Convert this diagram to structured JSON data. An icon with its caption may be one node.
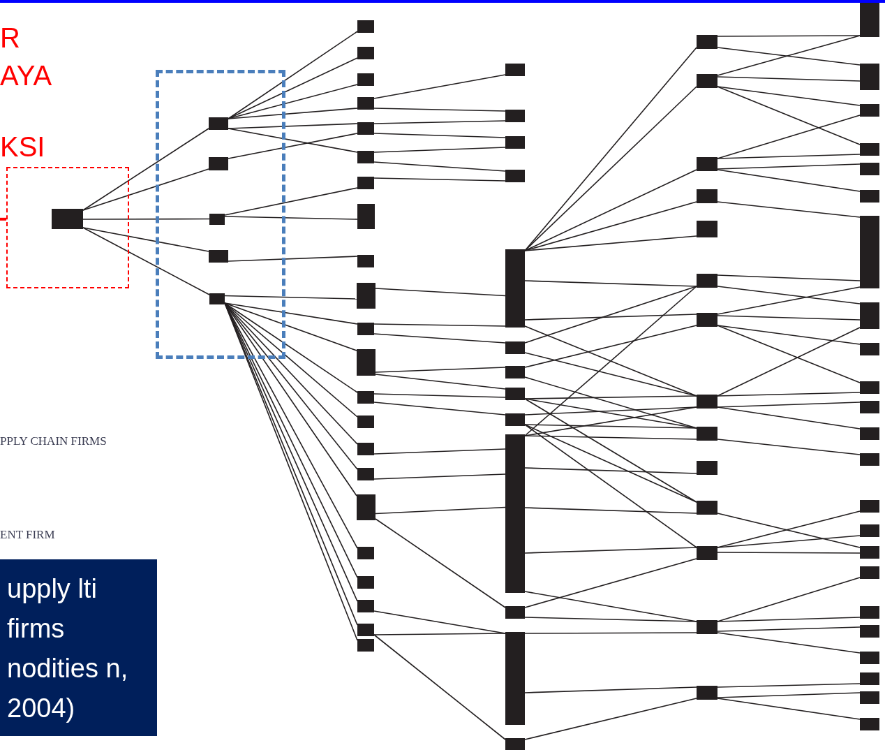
{
  "diagram": {
    "nodes": [
      {
        "text": [],
        "shape": "box"
      },
      {
        "text": [],
        "shape": "box",
        "in": 0
      },
      {
        "text": [],
        "shape": "box"
      },
      {
        "text": [],
        "shape": "box",
        "in": 2
      },
      {
        "text": [],
        "shape": "box",
        "in": 2
      },
      {
        "text": [],
        "shape": "box",
        "in": 2
      },
      {
        "text": [],
        "shape": "box",
        "in": 2
      },
      {
        "text": [],
        "shape": "box",
        "in": 2
      },
      {
        "text": [],
        "shape": "box"
      },
      {
        "text": [],
        "shape": "box"
      },
      {
        "text": [],
        "shape": "box"
      },
      {
        "text": [],
        "shape": "box"
      },
      {
        "text": [],
        "shape": "box"
      },
      {
        "text": [],
        "shape": "box"
      },
      {
        "text": [],
        "shape": "box"
      },
      {
        "text": [],
        "shape": "box"
      },
      {
        "text": [],
        "shape": "box"
      },
      {
        "text": [],
        "shape": "box"
      },
      {
        "text": [],
        "shape": "box"
      },
      {
        "text": [],
        "shape": "box"
      },
      {
        "text": [],
        "shape": "box"
      },
      {
        "text": [],
        "shape": "box"
      },
      {
        "text": [],
        "shape": "box"
      },
      {
        "text": [],
        "shape": "box"
      },
      {
        "text": [],
        "shape": "box"
      },
      {
        "text": [],
        "shape": "box"
      },
      {
        "text": [],
        "shape": "box"
      },
      {
        "text": [],
        "shape": "box"
      },
      {
        "text": [],
        "shape": "box"
      },
      {
        "text": [],
        "shape": "box"
      },
      {
        "text": [],
        "shape": "box"
      },
      {
        "text": [],
        "shape": "box"
      },
      {
        "text": [],
        "shape": "box"
      },
      {
        "text": [],
        "shape": "box"
      },
      {
        "text": [],
        "shape": "bar"
      },
      {
        "text": [],
        "shape": "box"
      },
      {
        "text": [],
        "shape": "box"
      },
      {
        "text": [],
        "shape": "box"
      },
      {
        "text": [],
        "shape": "box"
      },
      {
        "text": [],
        "shape": "bar"
      },
      {
        "text": [],
        "shape": "box"
      },
      {
        "text": [],
        "shape": "bar"
      },
      {
        "text": [],
        "shape": "box"
      },
      {
        "text": [],
        "shape": "box"
      },
      {
        "text": [],
        "shape": "box"
      },
      {
        "text": [],
        "shape": "box"
      },
      {
        "text": [],
        "shape": "box"
      },
      {
        "text": [],
        "shape": "box"
      },
      {
        "text": [],
        "shape": "box"
      },
      {
        "text": [],
        "shape": "box"
      },
      {
        "text": [],
        "shape": "box"
      },
      {
        "text": [],
        "shape": "box"
      },
      {
        "text": [],
        "shape": "box"
      },
      {
        "text": [],
        "shape": "box"
      },
      {
        "text": [],
        "shape": "box"
      },
      {
        "text": [],
        "shape": "box"
      },
      {
        "text": [],
        "shape": "box"
      },
      {
        "text": [],
        "shape": "bar"
      },
      {
        "text": [],
        "shape": "box"
      },
      {
        "text": [],
        "shape": "box"
      },
      {
        "text": [],
        "shape": "box"
      },
      {
        "text": [],
        "shape": "box"
      },
      {
        "text": [],
        "shape": "box"
      },
      {
        "text": [],
        "shape": "bar"
      },
      {
        "text": [],
        "shape": "box"
      },
      {
        "text": [],
        "shape": "box"
      },
      {
        "text": [],
        "shape": "box"
      },
      {
        "text": [],
        "shape": "box"
      },
      {
        "text": [],
        "shape": "box"
      },
      {
        "text": [],
        "shape": "box"
      },
      {
        "text": [],
        "shape": "box"
      },
      {
        "text": [],
        "shape": "box"
      },
      {
        "text": [],
        "shape": "box"
      },
      {
        "text": [],
        "shape": "box"
      },
      {
        "text": [],
        "shape": "box"
      },
      {
        "text": [],
        "shape": "box"
      },
      {
        "text": [],
        "shape": "box"
      },
      {
        "text": [],
        "shape": "box"
      },
      {
        "text": [],
        "shape": "box"
      },
      {
        "text": [],
        "shape": "box"
      },
      {
        "text": [
          "upply lti firms nodities n, 2004)"
        ]
      }
    ],
    "edges": [
      {
        "from": null,
        "to": 0,
        "arrow": "none",
        "style": "thick",
        "color": "#ff0000"
      },
      {
        "from": 1,
        "to": 3,
        "arrow": "none"
      },
      {
        "from": 1,
        "to": 4,
        "arrow": "none"
      },
      {
        "from": 1,
        "to": 5,
        "arrow": "none"
      },
      {
        "from": 1,
        "to": 6,
        "arrow": "none"
      },
      {
        "from": 1,
        "to": 7,
        "arrow": "none"
      },
      {
        "from": 3,
        "to": 8,
        "arrow": "none"
      },
      {
        "from": 3,
        "to": 9,
        "arrow": "none"
      },
      {
        "from": 3,
        "to": 10,
        "arrow": "none"
      },
      {
        "from": 3,
        "to": 11,
        "arrow": "none"
      },
      {
        "from": 3,
        "to": 12,
        "arrow": "none"
      },
      {
        "from": 3,
        "to": 13,
        "arrow": "none"
      },
      {
        "from": 4,
        "to": 12,
        "arrow": "none"
      },
      {
        "from": 5,
        "to": 14,
        "arrow": "none"
      },
      {
        "from": 5,
        "to": 15,
        "arrow": "none"
      },
      {
        "from": 6,
        "to": 16,
        "arrow": "none"
      },
      {
        "from": 7,
        "to": 17,
        "arrow": "none"
      },
      {
        "from": 7,
        "to": 18,
        "arrow": "none"
      },
      {
        "from": 7,
        "to": 19,
        "arrow": "none"
      },
      {
        "from": 7,
        "to": 20,
        "arrow": "none"
      },
      {
        "from": 7,
        "to": 21,
        "arrow": "none"
      },
      {
        "from": 7,
        "to": 22,
        "arrow": "none"
      },
      {
        "from": 7,
        "to": 23,
        "arrow": "none"
      },
      {
        "from": 7,
        "to": 24,
        "arrow": "none"
      },
      {
        "from": 7,
        "to": 25,
        "arrow": "none"
      },
      {
        "from": 7,
        "to": 26,
        "arrow": "none"
      },
      {
        "from": 7,
        "to": 27,
        "arrow": "none"
      },
      {
        "from": 7,
        "to": 28,
        "arrow": "none"
      },
      {
        "from": 7,
        "to": 29,
        "arrow": "none"
      },
      {
        "from": 11,
        "to": 30,
        "arrow": "none"
      },
      {
        "from": 11,
        "to": 31,
        "arrow": "none"
      },
      {
        "from": 12,
        "to": 31,
        "arrow": "none"
      },
      {
        "from": 12,
        "to": 32,
        "arrow": "none"
      },
      {
        "from": 13,
        "to": 32,
        "arrow": "none"
      },
      {
        "from": 13,
        "to": 33,
        "arrow": "none"
      },
      {
        "from": 14,
        "to": 33,
        "arrow": "none"
      },
      {
        "from": 17,
        "to": 34,
        "arrow": "none"
      },
      {
        "from": 18,
        "to": 34,
        "arrow": "none"
      },
      {
        "from": 18,
        "to": 35,
        "arrow": "none"
      },
      {
        "from": 19,
        "to": 36,
        "arrow": "none"
      },
      {
        "from": 19,
        "to": 37,
        "arrow": "none"
      },
      {
        "from": 20,
        "to": 37,
        "arrow": "none"
      },
      {
        "from": 20,
        "to": 38,
        "arrow": "none"
      },
      {
        "from": 22,
        "to": 39,
        "arrow": "none"
      },
      {
        "from": 23,
        "to": 39,
        "arrow": "none"
      },
      {
        "from": 24,
        "to": 39,
        "arrow": "none"
      },
      {
        "from": 24,
        "to": 40,
        "arrow": "none"
      },
      {
        "from": 27,
        "to": 41,
        "arrow": "none"
      },
      {
        "from": 28,
        "to": 41,
        "arrow": "none"
      },
      {
        "from": 28,
        "to": 42,
        "arrow": "none"
      },
      {
        "from": 34,
        "to": 43,
        "arrow": "none"
      },
      {
        "from": 34,
        "to": 44,
        "arrow": "none"
      },
      {
        "from": 34,
        "to": 45,
        "arrow": "none"
      },
      {
        "from": 34,
        "to": 46,
        "arrow": "none"
      },
      {
        "from": 34,
        "to": 47,
        "arrow": "none"
      },
      {
        "from": 34,
        "to": 48,
        "arrow": "none"
      },
      {
        "from": 34,
        "to": 49,
        "arrow": "none"
      },
      {
        "from": 34,
        "to": 50,
        "arrow": "none"
      },
      {
        "from": 35,
        "to": 48,
        "arrow": "none"
      },
      {
        "from": 35,
        "to": 50,
        "arrow": "none"
      },
      {
        "from": 36,
        "to": 49,
        "arrow": "none"
      },
      {
        "from": 36,
        "to": 51,
        "arrow": "none"
      },
      {
        "from": 37,
        "to": 50,
        "arrow": "none"
      },
      {
        "from": 37,
        "to": 51,
        "arrow": "none"
      },
      {
        "from": 37,
        "to": 53,
        "arrow": "none"
      },
      {
        "from": 38,
        "to": 50,
        "arrow": "none"
      },
      {
        "from": 38,
        "to": 51,
        "arrow": "none"
      },
      {
        "from": 38,
        "to": 53,
        "arrow": "none"
      },
      {
        "from": 38,
        "to": 54,
        "arrow": "none"
      },
      {
        "from": 39,
        "to": 48,
        "arrow": "none"
      },
      {
        "from": 39,
        "to": 50,
        "arrow": "none"
      },
      {
        "from": 39,
        "to": 51,
        "arrow": "none"
      },
      {
        "from": 39,
        "to": 52,
        "arrow": "none"
      },
      {
        "from": 39,
        "to": 53,
        "arrow": "none"
      },
      {
        "from": 39,
        "to": 54,
        "arrow": "none"
      },
      {
        "from": 39,
        "to": 55,
        "arrow": "none"
      },
      {
        "from": 40,
        "to": 54,
        "arrow": "none"
      },
      {
        "from": 40,
        "to": 55,
        "arrow": "none"
      },
      {
        "from": 41,
        "to": 55,
        "arrow": "none"
      },
      {
        "from": 41,
        "to": 56,
        "arrow": "none"
      },
      {
        "from": 42,
        "to": 56,
        "arrow": "none"
      },
      {
        "from": 43,
        "to": 57,
        "arrow": "none"
      },
      {
        "from": 43,
        "to": 58,
        "arrow": "none"
      },
      {
        "from": 44,
        "to": 57,
        "arrow": "none"
      },
      {
        "from": 44,
        "to": 58,
        "arrow": "none"
      },
      {
        "from": 44,
        "to": 59,
        "arrow": "none"
      },
      {
        "from": 44,
        "to": 60,
        "arrow": "none"
      },
      {
        "from": 45,
        "to": 59,
        "arrow": "none"
      },
      {
        "from": 45,
        "to": 60,
        "arrow": "none"
      },
      {
        "from": 45,
        "to": 61,
        "arrow": "none"
      },
      {
        "from": 45,
        "to": 62,
        "arrow": "none"
      },
      {
        "from": 46,
        "to": 63,
        "arrow": "none"
      },
      {
        "from": 48,
        "to": 63,
        "arrow": "none"
      },
      {
        "from": 48,
        "to": 64,
        "arrow": "none"
      },
      {
        "from": 49,
        "to": 63,
        "arrow": "none"
      },
      {
        "from": 49,
        "to": 64,
        "arrow": "none"
      },
      {
        "from": 49,
        "to": 65,
        "arrow": "none"
      },
      {
        "from": 49,
        "to": 66,
        "arrow": "none"
      },
      {
        "from": 50,
        "to": 64,
        "arrow": "none"
      },
      {
        "from": 50,
        "to": 66,
        "arrow": "none"
      },
      {
        "from": 50,
        "to": 67,
        "arrow": "none"
      },
      {
        "from": 50,
        "to": 68,
        "arrow": "none"
      },
      {
        "from": 51,
        "to": 69,
        "arrow": "none"
      },
      {
        "from": 53,
        "to": 72,
        "arrow": "none"
      },
      {
        "from": 54,
        "to": 70,
        "arrow": "none"
      },
      {
        "from": 54,
        "to": 71,
        "arrow": "none"
      },
      {
        "from": 54,
        "to": 72,
        "arrow": "none"
      },
      {
        "from": 55,
        "to": 73,
        "arrow": "none"
      },
      {
        "from": 55,
        "to": 74,
        "arrow": "none"
      },
      {
        "from": 55,
        "to": 75,
        "arrow": "none"
      },
      {
        "from": 55,
        "to": 76,
        "arrow": "none"
      },
      {
        "from": 56,
        "to": 77,
        "arrow": "none"
      },
      {
        "from": 56,
        "to": 78,
        "arrow": "none"
      },
      {
        "from": 56,
        "to": 79,
        "arrow": "none"
      }
    ],
    "labels": [
      "R",
      "AYA",
      "KSI",
      "PPLY CHAIN FIRMS",
      "ENT FIRM"
    ]
  }
}
